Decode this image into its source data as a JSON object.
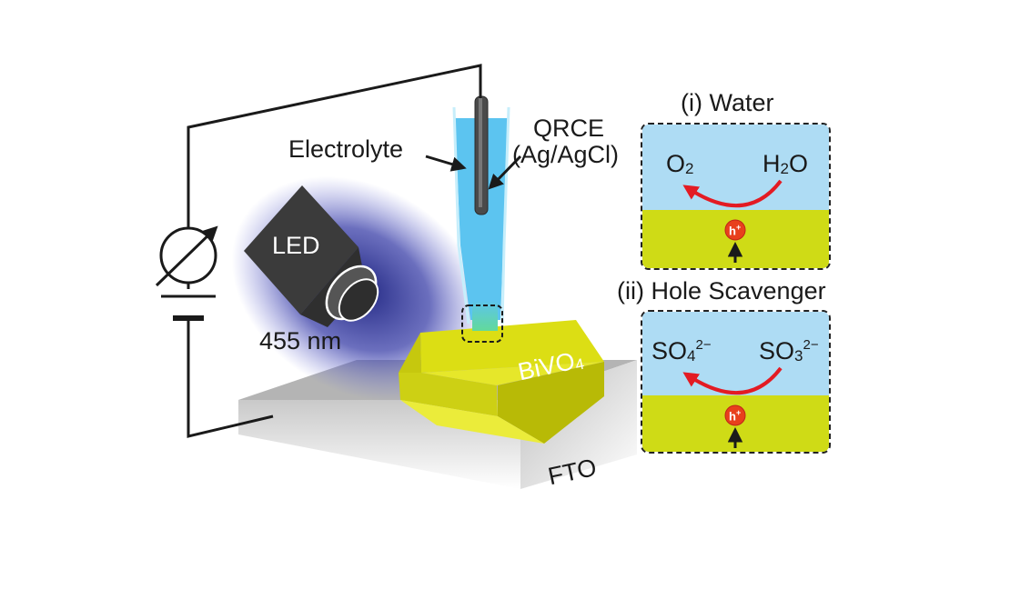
{
  "labels": {
    "electrolyte": "Electrolyte",
    "qrce_line1": "QRCE",
    "qrce_line2": "(Ag/AgCl)",
    "led": "LED",
    "wavelength": "455 nm",
    "crystal_base": "BiVO",
    "crystal_sub": "4",
    "substrate": "FTO"
  },
  "panel_water": {
    "title": "(i) Water",
    "left_base": "O",
    "left_sub": "2",
    "right_pre": "H",
    "right_sub": "2",
    "right_post": "O",
    "hole": "h",
    "hole_sup": "+"
  },
  "panel_scavenger": {
    "title": "(ii) Hole Scavenger",
    "left_base": "SO",
    "left_sub": "4",
    "left_sup": "2−",
    "right_base": "SO",
    "right_sub": "3",
    "right_sup": "2−",
    "hole": "h",
    "hole_sup": "+"
  },
  "colors": {
    "electrolyte": "#5cc4f0",
    "crystal": "#d9dc12",
    "liquid_panel": "#aedcf4",
    "solid_panel": "#cfdb16",
    "reaction_arrow": "#e31b23",
    "hole": "#e8401c",
    "led_body": "#3b3b3b",
    "led_light": "#2a2f96",
    "substrate": "#b4b4b4"
  },
  "icons": [
    "ammeter-icon",
    "battery-icon",
    "led-lamp-icon"
  ]
}
